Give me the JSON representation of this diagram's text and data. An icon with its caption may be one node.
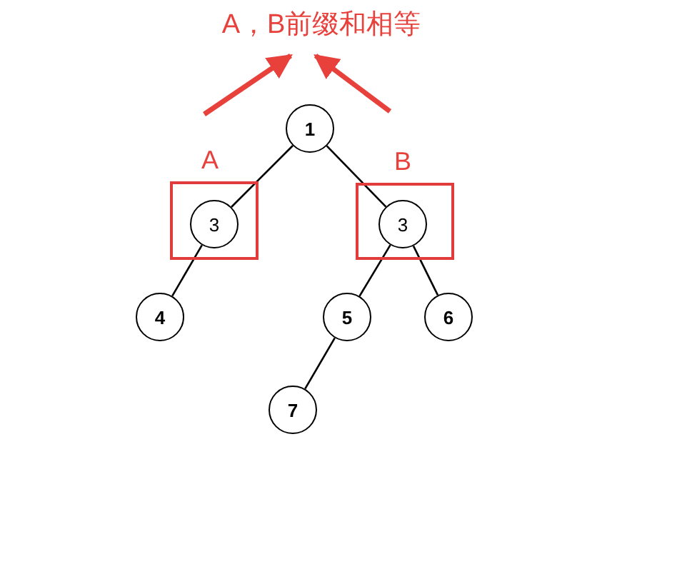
{
  "diagram": {
    "nodes": [
      {
        "text": [
          "A，B前缀和相等"
        ]
      },
      {
        "text": [
          "1"
        ]
      },
      {
        "text": [
          "A"
        ]
      },
      {
        "text": [
          "3"
        ],
        "in": 2
      },
      {
        "text": [
          "B"
        ]
      },
      {
        "text": [
          "3"
        ],
        "in": 4
      },
      {
        "text": [
          "4"
        ]
      },
      {
        "text": [
          "5"
        ]
      },
      {
        "text": [
          "6"
        ]
      },
      {
        "text": [
          "7"
        ]
      }
    ],
    "edges": [
      {
        "from": 1,
        "to": 3,
        "arrow": "none"
      },
      {
        "from": 1,
        "to": 5,
        "arrow": "none"
      },
      {
        "from": 3,
        "to": 6,
        "arrow": "none"
      },
      {
        "from": 5,
        "to": 7,
        "arrow": "none"
      },
      {
        "from": 5,
        "to": 8,
        "arrow": "none"
      },
      {
        "from": 7,
        "to": 9,
        "arrow": "none"
      },
      {
        "from": null,
        "to": 0,
        "arrow": "to",
        "style": "thick",
        "color": "#e8413c"
      },
      {
        "from": null,
        "to": 0,
        "arrow": "to",
        "style": "thick",
        "color": "#e8413c"
      }
    ]
  }
}
